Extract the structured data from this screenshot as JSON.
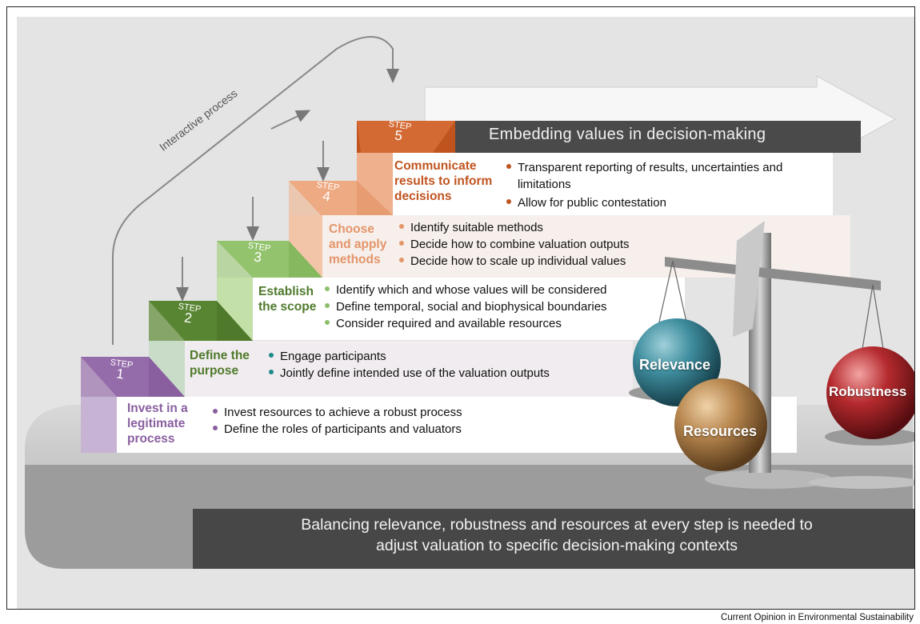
{
  "interactive_process_label": "Interactive process",
  "goal_banner": "Embedding values in decision-making",
  "steps": [
    {
      "step": "STEP",
      "number": "1",
      "label": "Invest in a legitimate process",
      "color": "#8a5fa0",
      "bullets": [
        "Invest resources to achieve a robust process",
        "Define the roles of participants and valuators"
      ]
    },
    {
      "step": "STEP",
      "number": "2",
      "label": "Define the purpose",
      "color": "#4f7a2c",
      "bullets": [
        "Engage participants",
        "Jointly define intended use of the valuation outputs"
      ]
    },
    {
      "step": "STEP",
      "number": "3",
      "label": "Establish the scope",
      "color": "#6e9e3e",
      "bullets": [
        "Identify which and whose values will be considered",
        "Define temporal, social and biophysical boundaries",
        "Consider required and available resources"
      ]
    },
    {
      "step": "STEP",
      "number": "4",
      "label": "Choose and apply methods",
      "color": "#e4956a",
      "bullets": [
        "Identify suitable methods",
        "Decide how to combine valuation outputs",
        "Decide how to scale up individual values"
      ]
    },
    {
      "step": "STEP",
      "number": "5",
      "label": "Communicate results to inform decisions",
      "color": "#c0541f",
      "bullets": [
        "Transparent reporting of results, uncertainties and limitations",
        "Allow for public contestation"
      ]
    }
  ],
  "spheres": {
    "relevance": "Relevance",
    "resources": "Resources",
    "robustness": "Robustness"
  },
  "bottom_banner": {
    "line1": "Balancing relevance, robustness and resources at every step is needed to",
    "line2": "adjust valuation to specific decision-making contexts"
  },
  "credit": "Current Opinion in Environmental Sustainability",
  "colors": {
    "dark_banner": "#4a4a4a",
    "panel_bg": "#e3e3e3",
    "bullet_dot_step1": "#8a5fa0",
    "bullet_dot_step2": "#1f8a8a",
    "bullet_dot_step3": "#8bbf6a",
    "bullet_dot_step4": "#e4956a",
    "bullet_dot_step5": "#c0541f"
  }
}
